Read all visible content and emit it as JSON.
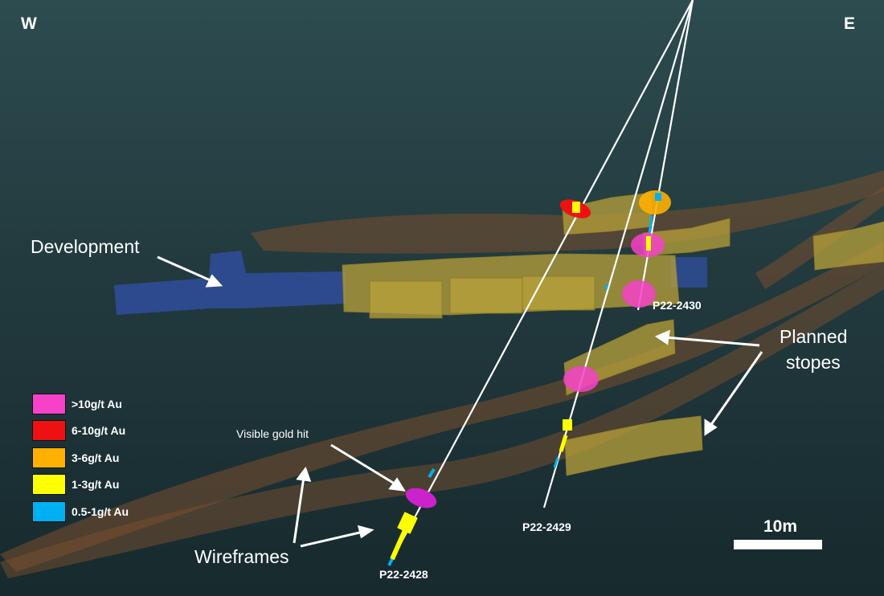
{
  "compass": {
    "west": "W",
    "east": "E"
  },
  "callouts": {
    "development": "Development",
    "planned_stopes_line1": "Planned",
    "planned_stopes_line2": "stopes",
    "visible_gold_hit": "Visible gold hit",
    "wireframes": "Wireframes"
  },
  "drill_holes": [
    {
      "id": "P22-2428"
    },
    {
      "id": "P22-2429"
    },
    {
      "id": "P22-2430"
    }
  ],
  "legend": [
    {
      "label": ">10g/t Au",
      "color": "#f542c8"
    },
    {
      "label": "6-10g/t Au",
      "color": "#ee1111"
    },
    {
      "label": "3-6g/t Au",
      "color": "#ffb000"
    },
    {
      "label": "1-3g/t Au",
      "color": "#ffff00"
    },
    {
      "label": "0.5-1g/t Au",
      "color": "#00b0f0"
    }
  ],
  "scale_bar": {
    "label": "10m"
  },
  "colors": {
    "wireframe": "#7a4f2e",
    "stope": "#b8a23a",
    "development": "#3050a8",
    "drill_trace": "#ffffff"
  }
}
